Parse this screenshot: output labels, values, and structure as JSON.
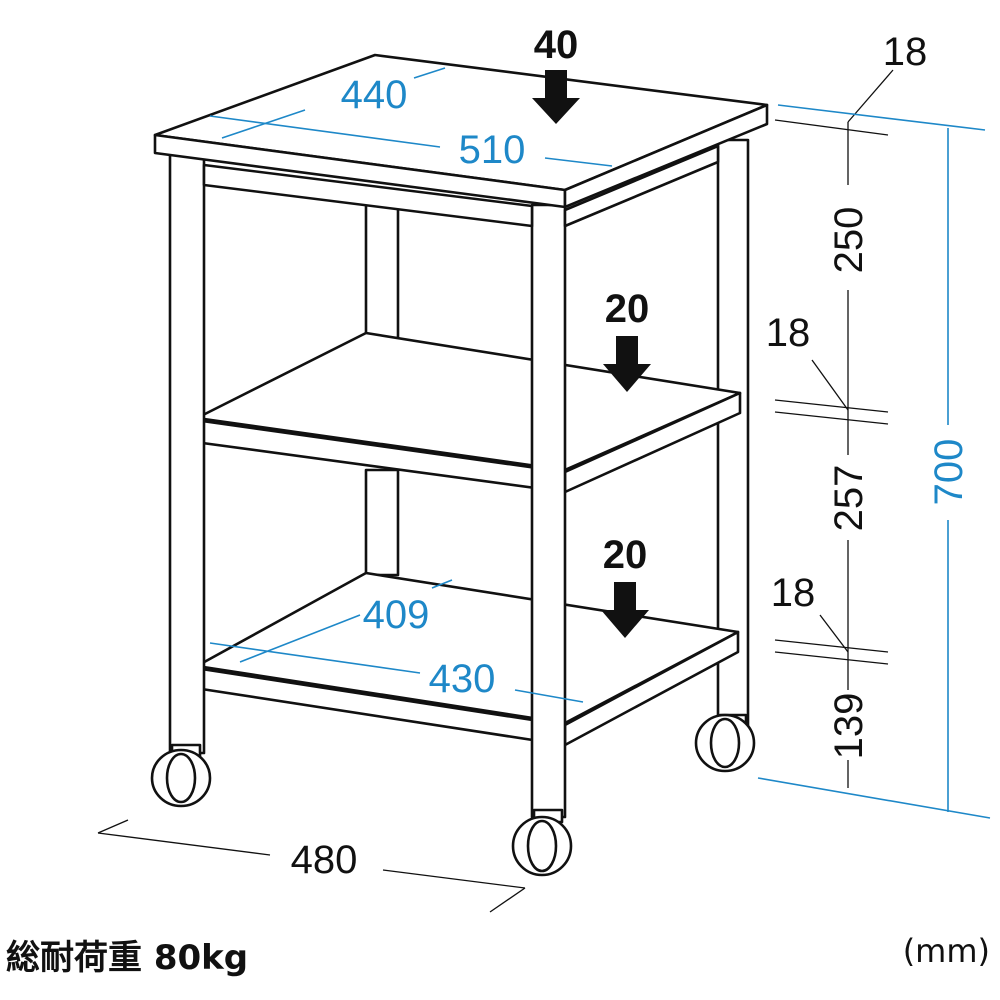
{
  "load_marks": {
    "top_shelf": "40",
    "middle_shelf": "20",
    "bottom_shelf": "20"
  },
  "dimensions": {
    "top_depth": "440",
    "top_width": "510",
    "shelf_depth": "409",
    "shelf_width": "430",
    "base_width": "480",
    "top_thickness": "18",
    "upper_gap": "250",
    "middle_thickness": "18",
    "lower_gap": "257",
    "bottom_thickness": "18",
    "floor_clearance": "139",
    "total_height": "700"
  },
  "caption": {
    "load_capacity": "総耐荷重 80kg",
    "unit": "(mm)"
  },
  "colors": {
    "dimension_blue": "#1e88c8",
    "line_black": "#111111"
  }
}
